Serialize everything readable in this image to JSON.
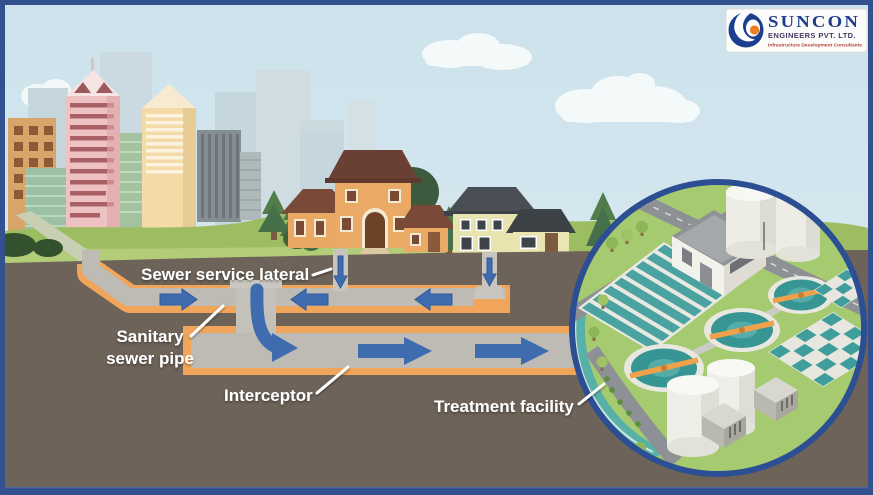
{
  "logo": {
    "brand": "SUNCON",
    "subtitle": "ENGINEERS PVT. LTD.",
    "tagline": "Infrastructure Development Consultants"
  },
  "labels": {
    "sewer_service_lateral": "Sewer service lateral",
    "sanitary_line1": "Sanitary",
    "sanitary_line2": "sewer pipe",
    "interceptor": "Interceptor",
    "treatment_facility": "Treatment facility"
  },
  "colors": {
    "frame_blue": "#33518e",
    "sky": "#d3e6ee",
    "grass": "#9dbd62",
    "soil": "#6e6359",
    "pipe_gray": "#bdbbb3",
    "pipe_lining_orange": "#f0a55a",
    "flow_arrow_blue": "#3f6cae",
    "label_text": "#ffffff",
    "inset_border": "#2c4e92",
    "logo_navy": "#1c3f8f",
    "logo_orange": "#f07b21",
    "logo_tagline_red": "#b5413e"
  }
}
